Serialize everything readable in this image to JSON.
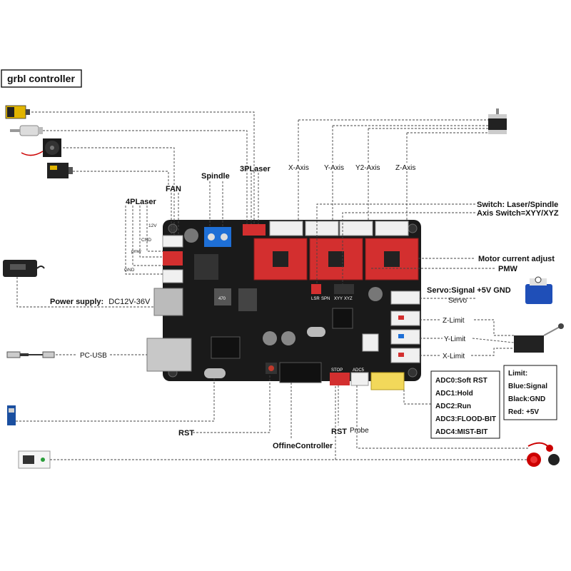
{
  "title": "grbl controller",
  "labels": {
    "laser_3p": "3PLaser",
    "x_axis": "X-Axis",
    "y_axis": "Y-Axis",
    "y2_axis": "Y2-Axis",
    "z_axis": "Z-Axis",
    "spindle": "Spindle",
    "fan": "FAN",
    "laser_4p": "4PLaser",
    "v12": "12V",
    "cnd": "CND",
    "pmw": "pmw",
    "gnd": "GND",
    "switch_laser": "Switch: Laser/Spindle",
    "axis_switch": "Axis Switch=XYY/XYZ",
    "motor_current": "Motor current adjust",
    "pmw_out": "PMW",
    "servo_signal": "Servo:Signal  +5V  GND",
    "servo": "Servo",
    "z_limit": "Z-Limit",
    "y_limit": "Y-Limit",
    "x_limit": "X-Limit",
    "power_supply": "Power supply:",
    "power_value": "DC12V-36V",
    "pc_usb": "PC-USB",
    "rst_left": "RST",
    "offline_controller": "OffineController",
    "rst_bottom": "RST",
    "probe": "Probe"
  },
  "board_marks": {
    "stop": "STOP",
    "adc5": "ADC5",
    "lsr": "LSR",
    "spn": "SPN",
    "xyy": "XYY",
    "xyz": "XYZ",
    "res": "470"
  },
  "adc": [
    "ADC0:Soft RST",
    "ADC1:Hold",
    "ADC2:Run",
    "ADC3:FLOOD-BIT",
    "ADC4:MIST-BIT"
  ],
  "limit_box": {
    "title": "Limit:",
    "lines": [
      "Blue:Signal",
      "Black:GND",
      "Red:  +5V"
    ]
  },
  "colors": {
    "board": "#1a1a1a",
    "driver": "#d32f2f",
    "terminal": "#1e6fd6",
    "connector": "#f0f0f0",
    "leader": "#444444"
  }
}
